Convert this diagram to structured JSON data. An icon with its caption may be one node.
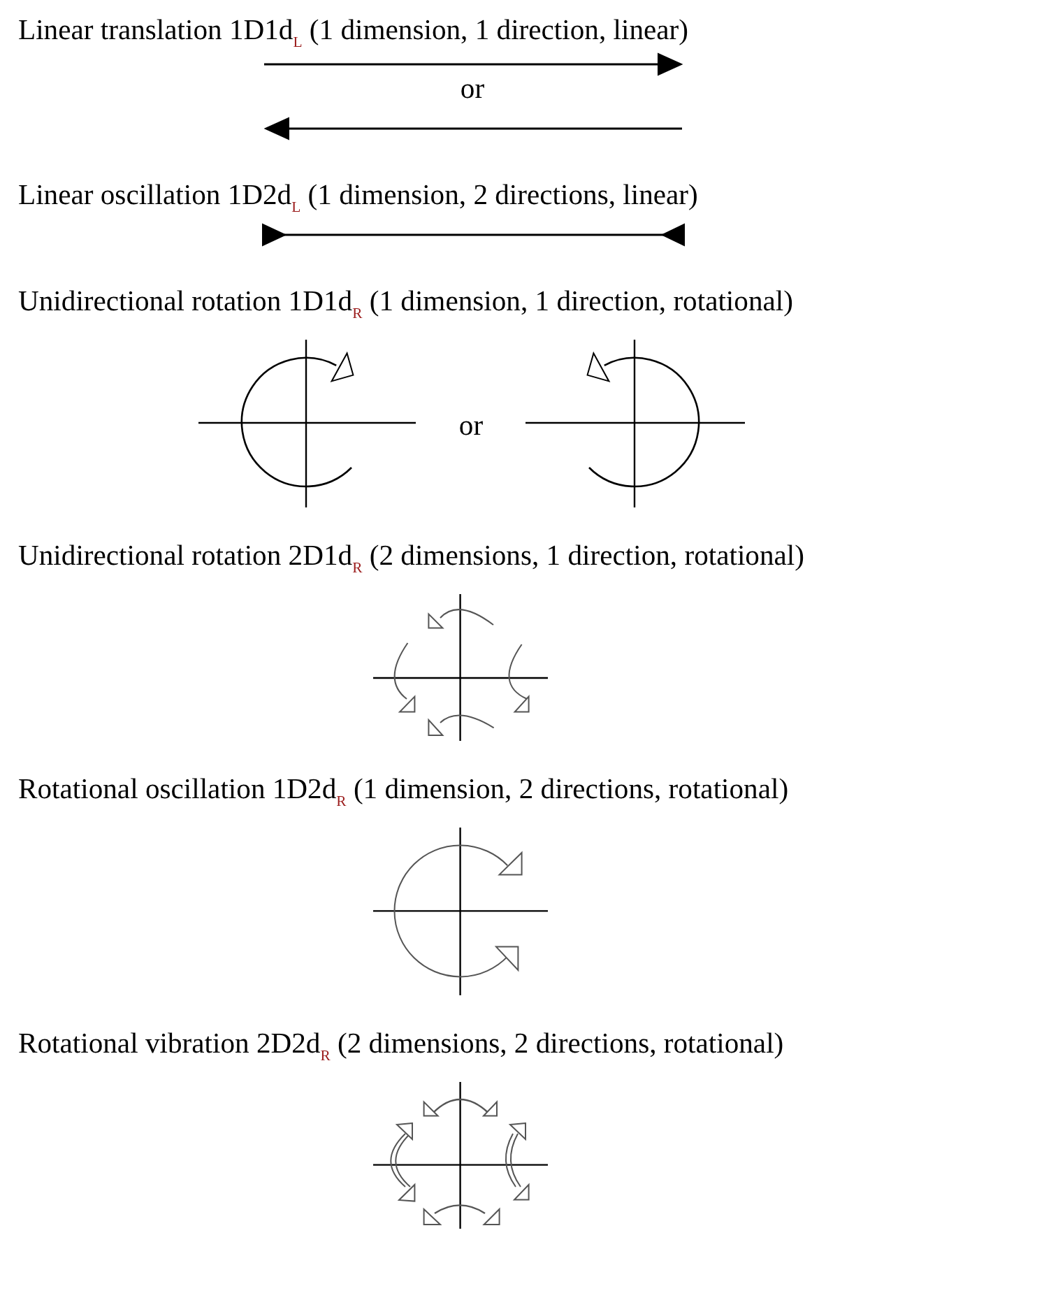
{
  "diagram": {
    "labels": [
      "Linear translation 1D1d$_{L}$ (1 dimension, 1 direction, linear)",
      "or",
      "Linear oscillation 1D2d$_{L}$ (1 dimension, 2 directions, linear)",
      "Unidirectional rotation 1D1d$_{R}$ (1 dimension, 1 direction, rotational)",
      "or",
      "Unidirectional rotation 2D1d$_{R}$ (2 dimensions, 1 direction, rotational)",
      "Rotational oscillation 1D2d$_{R}$ (1 dimension, 2 directions, rotational)",
      "Rotational vibration 2D2d$_{R}$ (2 dimensions, 2 directions, rotational)"
    ]
  }
}
